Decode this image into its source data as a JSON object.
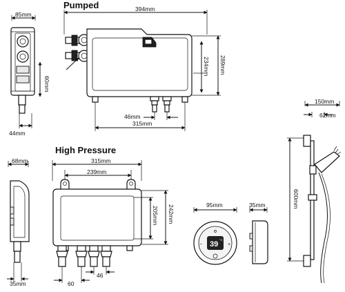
{
  "titles": {
    "pumped": "Pumped",
    "high_pressure": "High Pressure"
  },
  "pumped": {
    "side_width": "85mm",
    "side_depth": "44mm",
    "inlet_height": "60mm",
    "width": "394mm",
    "height": "289mm",
    "inner_height": "234mm",
    "outlet_centres": "46mm",
    "bracket_width": "315mm"
  },
  "high_pressure": {
    "side_width": "68mm",
    "side_depth": "35mm",
    "width": "315mm",
    "bracket_width": "239mm",
    "height": "242mm",
    "inner_height": "205mm",
    "inlet_centres": "60",
    "outlet_centres": "46"
  },
  "controller": {
    "diameter": "95mm",
    "depth": "35mm",
    "display_value": "39"
  },
  "rail": {
    "width": "150mm",
    "bracket_depth": "62mm",
    "height": "600mm"
  }
}
